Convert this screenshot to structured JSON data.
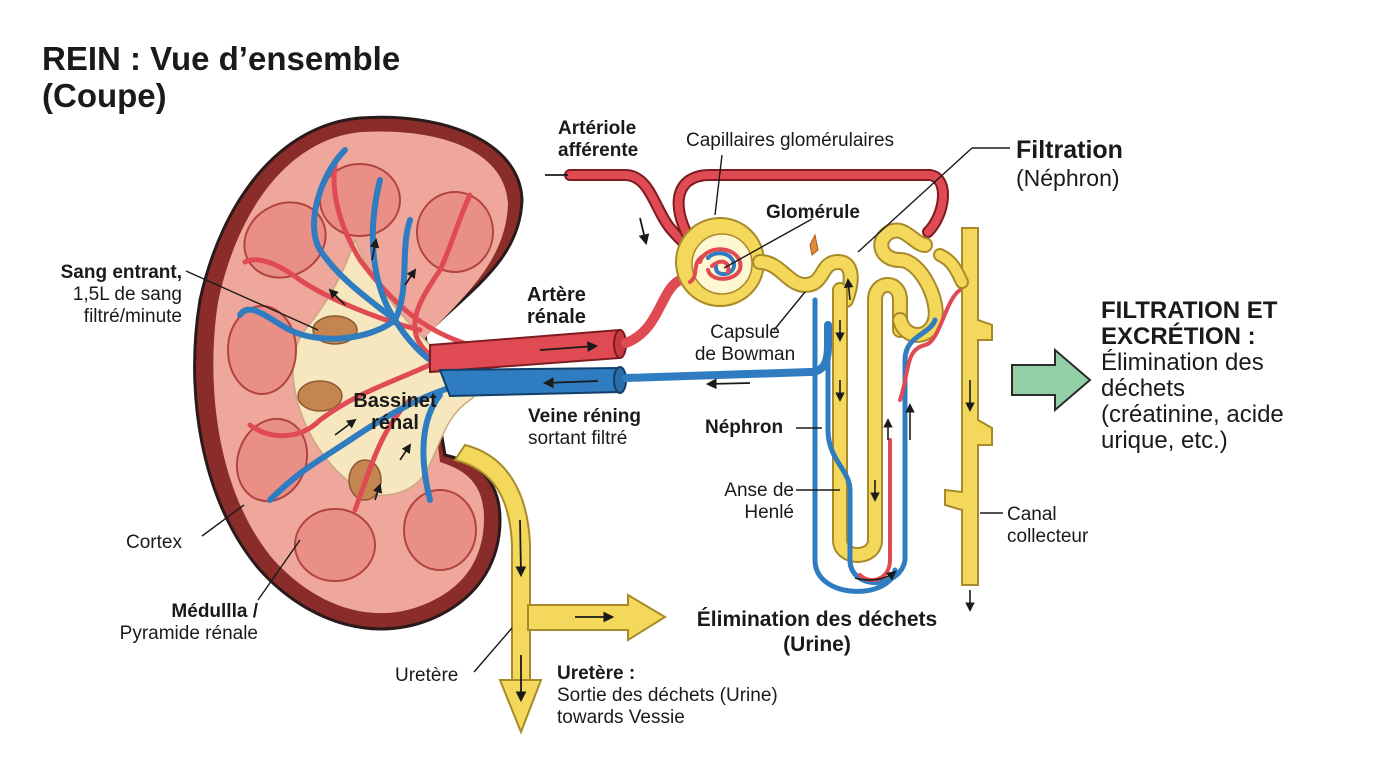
{
  "title": {
    "line1": "REIN : Vue d’ensemble",
    "line2": "(Coupe)"
  },
  "labels": {
    "sang_entrant_title": "Sang entrant,",
    "sang_entrant_l2": "1,5L de sang",
    "sang_entrant_l3": "filtré/minute",
    "cortex": "Cortex",
    "medulla_l1": "Médullla /",
    "medulla_l2": "Pyramide rénale",
    "uretere": "Uretère",
    "bassinet_l1": "Bassinet",
    "bassinet_l2": "rénal",
    "artere_l1": "Artère",
    "artere_l2": "rénale",
    "veine_l1": "Veine réning",
    "veine_l2": "sortant filtré",
    "arteriole_l1": "Artériole",
    "arteriole_l2": "afférente",
    "capillaires": "Capillaires glomérulaires",
    "glomerule": "Glomérule",
    "capsule_l1": "Capsule",
    "capsule_l2": "de Bowman",
    "filtration": "Filtration",
    "nephron_paren": "(Néphron)",
    "nephron": "Néphron",
    "anse_l1": "Anse de",
    "anse_l2": "Henlé",
    "canal_l1": "Canal",
    "canal_l2": "collecteur",
    "elimination_l1": "Élimination des déchets",
    "elimination_l2": "(Urine)",
    "uretere2_l1": "Uretère :",
    "uretere2_l2": "Sortie des déchets (Urine)",
    "uretere2_l3": "towards Vessie"
  },
  "summary": {
    "heading_l1": "FILTRATION ET",
    "heading_l2": "EXCRÉTION :",
    "body_l1": "Élimination des",
    "body_l2": "déchets",
    "body_l3": "(créatinine, acide",
    "body_l4": "urique, etc.)"
  },
  "colors": {
    "artery": "#e04a52",
    "vein": "#2f7cc0",
    "tubule": "#f4d85c",
    "cortex": "#eea79a",
    "capsule": "#8a2c2a",
    "pelvis": "#f6e7bf",
    "arrow_green": "#93cfa6"
  }
}
